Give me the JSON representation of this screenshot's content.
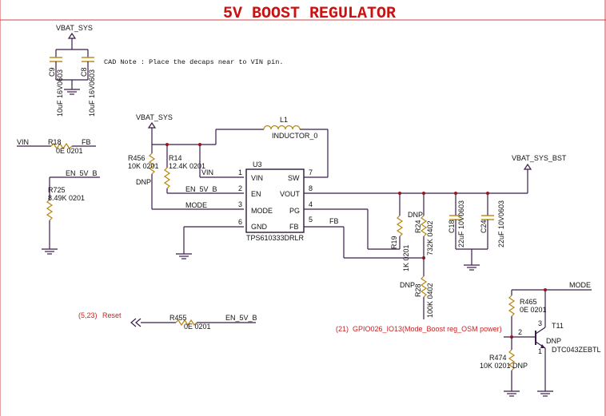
{
  "title": "5V BOOST REGULATOR",
  "cad_note": "CAD Note : Place the decaps near to VIN pin.",
  "nets": {
    "vbat_sys_top": "VBAT_SYS",
    "vbat_sys_mid": "VBAT_SYS",
    "vbat_sys_bst": "VBAT_SYS_BST",
    "vin": "VIN",
    "fb": "FB",
    "en_5v_b": "EN_5V_B",
    "en_5v_b_bottom": "EN_5V_B",
    "mode": "MODE",
    "reset": "Reset",
    "reset_ref": "(5,23)",
    "gpio": "GPIO026_IO13(Mode_Boost reg_OSM power)",
    "gpio_ref": "(21)",
    "vin_pin_net": "VIN",
    "en_pin_net": "EN_5V_B",
    "mode_pin_net": "MODE",
    "fb_pin_net": "FB"
  },
  "ic": {
    "ref": "U3",
    "part": "TPS610333DRLR",
    "pins_left": [
      {
        "name": "VIN",
        "num": "1"
      },
      {
        "name": "EN",
        "num": "2"
      },
      {
        "name": "MODE",
        "num": "3"
      },
      {
        "name": "GND",
        "num": "6"
      }
    ],
    "pins_right": [
      {
        "name": "SW",
        "num": "7"
      },
      {
        "name": "VOUT",
        "num": "8"
      },
      {
        "name": "PG",
        "num": "4"
      },
      {
        "name": "FB",
        "num": "5"
      }
    ]
  },
  "inductor": {
    "ref": "L1",
    "value": "INDUCTOR_0"
  },
  "transistor": {
    "ref": "T11",
    "part": "DTC043ZEBTL",
    "dnp": "DNP",
    "pin1": "1",
    "pin2": "2",
    "pin3": "3"
  },
  "components": {
    "C9": {
      "ref": "C9",
      "value": "10uF 16V0603"
    },
    "C8": {
      "ref": "C8",
      "value": "10uF 16V0603"
    },
    "R18": {
      "ref": "R18",
      "value": "0E 0201"
    },
    "R456": {
      "ref": "R456",
      "value": "10K 0201",
      "dnp": "DNP"
    },
    "R14": {
      "ref": "R14",
      "value": "12.4K 0201"
    },
    "R725": {
      "ref": "R725",
      "value": "8.49K 0201"
    },
    "R19": {
      "ref": "R19",
      "value": "1K 0201"
    },
    "R24": {
      "ref": "R24",
      "value": "732K 0402",
      "dnp": "DNP"
    },
    "R28": {
      "ref": "R28",
      "value": "100K 0402",
      "dnp": "DNP"
    },
    "C18": {
      "ref": "C18",
      "value": "22uF 10V0603"
    },
    "C24": {
      "ref": "C24",
      "value": "22uF 10V0603"
    },
    "R455": {
      "ref": "R455",
      "value": "0E 0201"
    },
    "R465": {
      "ref": "R465",
      "value": "0E 0201"
    },
    "R474": {
      "ref": "R474",
      "value": "10K 0201",
      "dnp": "DNP"
    }
  }
}
